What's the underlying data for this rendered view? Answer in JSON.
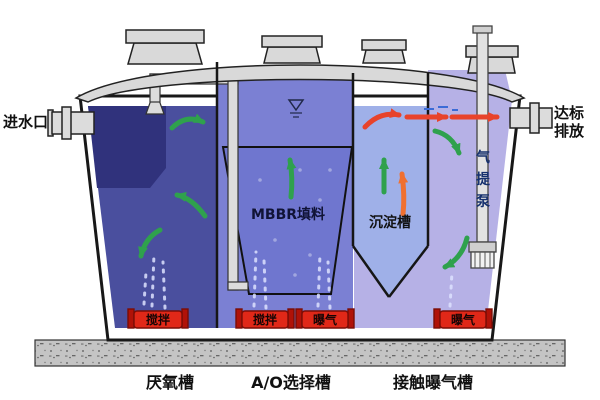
{
  "diagram": {
    "inlet_label": "进水口",
    "outlet_label": [
      "达标",
      "排放"
    ],
    "mbbr_label": "MBBR填料",
    "sedimentation_label": "沉淀槽",
    "airlift_label_chars": [
      "气",
      "提",
      "泵"
    ],
    "equipment_labels": [
      "搅拌",
      "搅拌",
      "曝气",
      "曝气"
    ],
    "chamber_labels": [
      "厌氧槽",
      "A/O选择槽",
      "接触曝气槽"
    ]
  },
  "colors": {
    "anaerobic_fill": "#4a4f9e",
    "inlet_box_fill": "#30327c",
    "ao_fill": "#7b80d3",
    "mbbr_fill": "#6f76cf",
    "sedimentation_fill": "#9fb0e8",
    "aeration_fill": "#b6b1e6",
    "equipment_red": "#e02818",
    "arrow_green": "#2fa14d",
    "arrow_red": "#e8432b",
    "arrow_orange": "#f07030",
    "pipe_gray": "#dcdcdc",
    "rim_gray": "#d9d9d9",
    "concrete_gray": "#c4c4c4"
  }
}
